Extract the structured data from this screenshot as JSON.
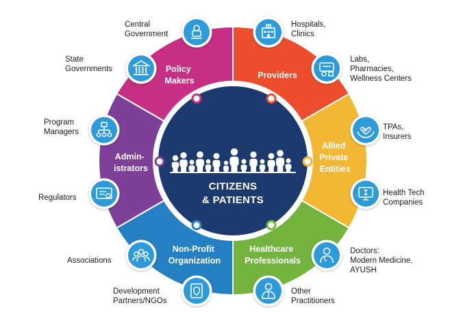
{
  "center": {
    "line1": "CITIZENS",
    "line2": "& PATIENTS"
  },
  "segments": [
    {
      "id": "policy-makers",
      "lines": [
        "Policy",
        "Makers"
      ],
      "color": "#c62f83"
    },
    {
      "id": "providers",
      "lines": [
        "Providers"
      ],
      "color": "#ee4d2d"
    },
    {
      "id": "allied",
      "lines": [
        "Allied",
        "Private",
        "Entities"
      ],
      "color": "#f2b733"
    },
    {
      "id": "healthcare",
      "lines": [
        "Healthcare",
        "Professionals"
      ],
      "color": "#73b43f"
    },
    {
      "id": "nonprofit",
      "lines": [
        "Non-Profit",
        "Organization"
      ],
      "color": "#2580c3"
    },
    {
      "id": "administrators",
      "lines": [
        "Admin-",
        "istrators"
      ],
      "color": "#7d3f98"
    }
  ],
  "stakeholders": [
    {
      "id": "central-government",
      "label": "Central\nGovernment",
      "icon": "emblem-icon"
    },
    {
      "id": "hospitals",
      "label": "Hospitals,\nClinics",
      "icon": "hospital-icon"
    },
    {
      "id": "labs",
      "label": "Labs,\nPharmacies,\nWellness Centers",
      "icon": "lab-icon"
    },
    {
      "id": "tpas",
      "label": "TPAs,\nInsurers",
      "icon": "heart-hand-icon"
    },
    {
      "id": "healthtech",
      "label": "Health Tech\nCompanies",
      "icon": "monitor-icon"
    },
    {
      "id": "doctors",
      "label": "Doctors:\nModern Medicine,\nAYUSH",
      "icon": "doctor-icon"
    },
    {
      "id": "other-practitioners",
      "label": "Other\nPractitioners",
      "icon": "practitioner-icon"
    },
    {
      "id": "ngos",
      "label": "Development\nPartners/NGOs",
      "icon": "certificate-shield-icon"
    },
    {
      "id": "associations",
      "label": "Associations",
      "icon": "group-icon"
    },
    {
      "id": "regulators",
      "label": "Regulators",
      "icon": "certificate-icon"
    },
    {
      "id": "program-managers",
      "label": "Program\nManagers",
      "icon": "org-chart-icon"
    },
    {
      "id": "state-governments",
      "label": "State\nGovernments",
      "icon": "building-icon"
    }
  ],
  "colors": {
    "hub": "#1c3a6e",
    "icon_circle": "#2d9ad9",
    "ring_dot_fill": "#ffffff",
    "text": "#1a1a1a"
  }
}
